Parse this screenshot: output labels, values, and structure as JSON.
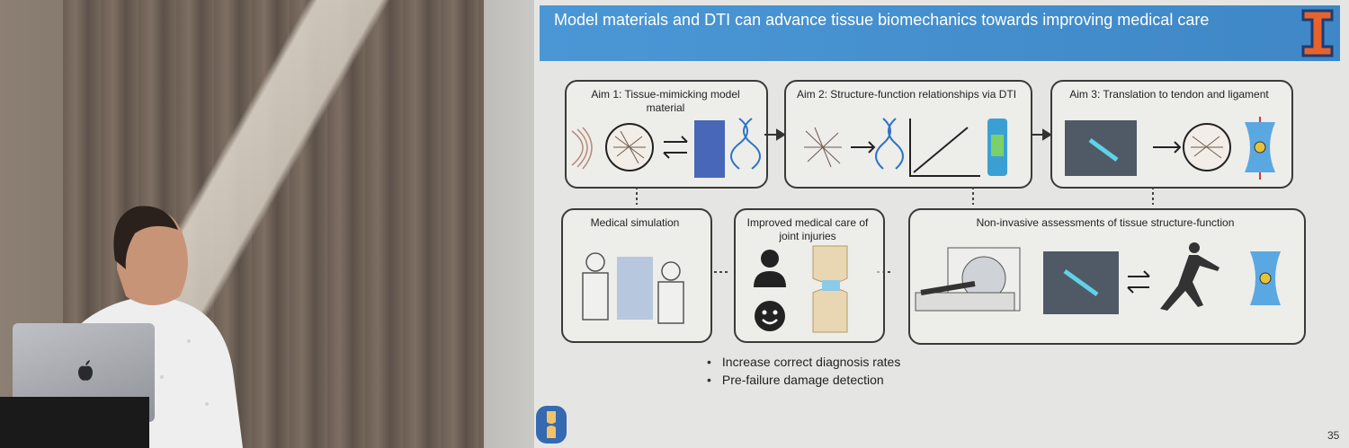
{
  "slide": {
    "title": "Model materials and DTI can advance tissue biomechanics towards improving medical care",
    "page_number": "35",
    "aims": [
      {
        "label": "Aim 1: Tissue-mimicking model material"
      },
      {
        "label": "Aim 2: Structure-function relationships via DTI"
      },
      {
        "label": "Aim 3: Translation to tendon and ligament"
      }
    ],
    "outcomes": [
      {
        "label": "Medical simulation"
      },
      {
        "label": "Improved medical care of joint injuries"
      },
      {
        "label": "Non-invasive assessments of tissue structure-function"
      }
    ],
    "bullets": [
      "Increase correct diagnosis rates",
      "Pre-failure damage detection"
    ]
  },
  "colors": {
    "title_bar": "#4b97d6",
    "logo_orange": "#e8632b",
    "logo_blue": "#1f3b73",
    "accent_blue": "#3569b0",
    "box_border": "#3a3a3a"
  }
}
